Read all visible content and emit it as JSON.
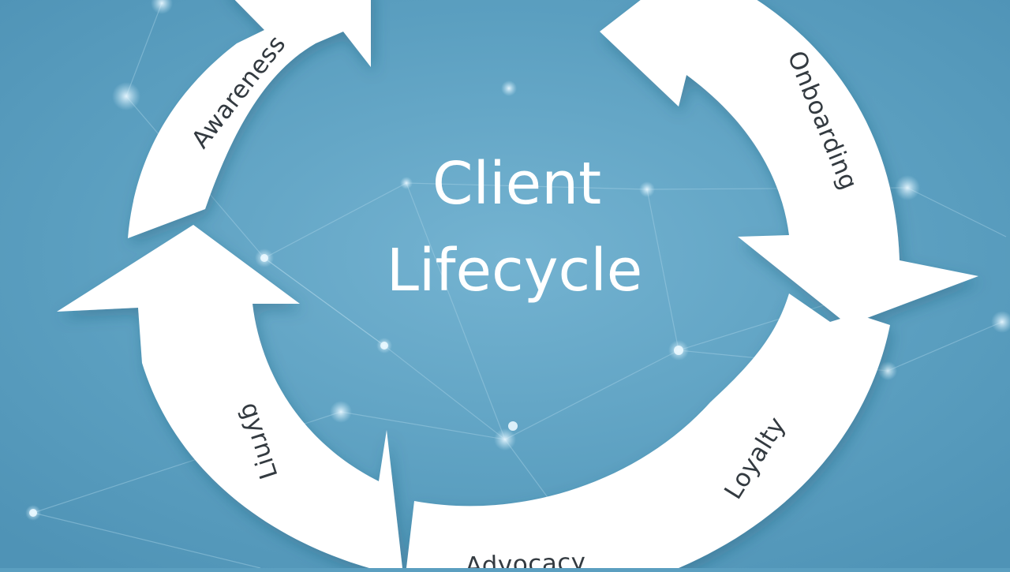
{
  "diagram": {
    "title_lines": [
      "Client",
      "Lifecycle"
    ],
    "stages": [
      {
        "id": "awareness",
        "label": "Awareness"
      },
      {
        "id": "onboarding",
        "label": "Onboarding"
      },
      {
        "id": "loyalty",
        "label": "Loyalty"
      },
      {
        "id": "advocacy",
        "label": "Advocacy"
      },
      {
        "id": "left",
        "label": "Liuɹʎɓ"
      }
    ]
  },
  "colors": {
    "background": "#5b9fc0",
    "background_glow": "#7ab9d6",
    "arrow_fill": "#ffffff",
    "label_text": "#333a40",
    "title_text": "#ffffff",
    "network_lines": "#a9d3e6"
  }
}
